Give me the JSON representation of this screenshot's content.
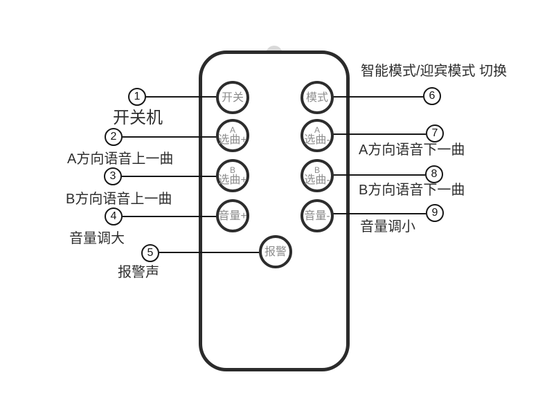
{
  "remote": {
    "buttons": [
      {
        "id": "power",
        "label": "开关"
      },
      {
        "id": "mode",
        "label": "模式"
      },
      {
        "id": "a-song-prev",
        "sub": "A",
        "label": "选曲+"
      },
      {
        "id": "a-song-next",
        "sub": "A",
        "label": "选曲-"
      },
      {
        "id": "b-song-prev",
        "sub": "B",
        "label": "选曲+"
      },
      {
        "id": "b-song-next",
        "sub": "B",
        "label": "选曲-"
      },
      {
        "id": "volume-up",
        "label": "音量+"
      },
      {
        "id": "volume-down",
        "label": "音量-"
      },
      {
        "id": "alarm",
        "label": "报警"
      }
    ]
  },
  "callouts": [
    {
      "num": "1",
      "label": "开关机"
    },
    {
      "num": "2",
      "label": "A方向语音上一曲"
    },
    {
      "num": "3",
      "label": "B方向语音上一曲"
    },
    {
      "num": "4",
      "label": "音量调大"
    },
    {
      "num": "5",
      "label": "报警声"
    },
    {
      "num": "6",
      "label": "智能模式/迎宾模式 切换"
    },
    {
      "num": "7",
      "label": "A方向语音下一曲"
    },
    {
      "num": "8",
      "label": "B方向语音下一曲"
    },
    {
      "num": "9",
      "label": "音量调小"
    }
  ],
  "colors": {
    "outline": "#2b2b2b",
    "button_text": "#8c8c8c",
    "label_text": "#2e2e2e",
    "line": "#161616"
  }
}
